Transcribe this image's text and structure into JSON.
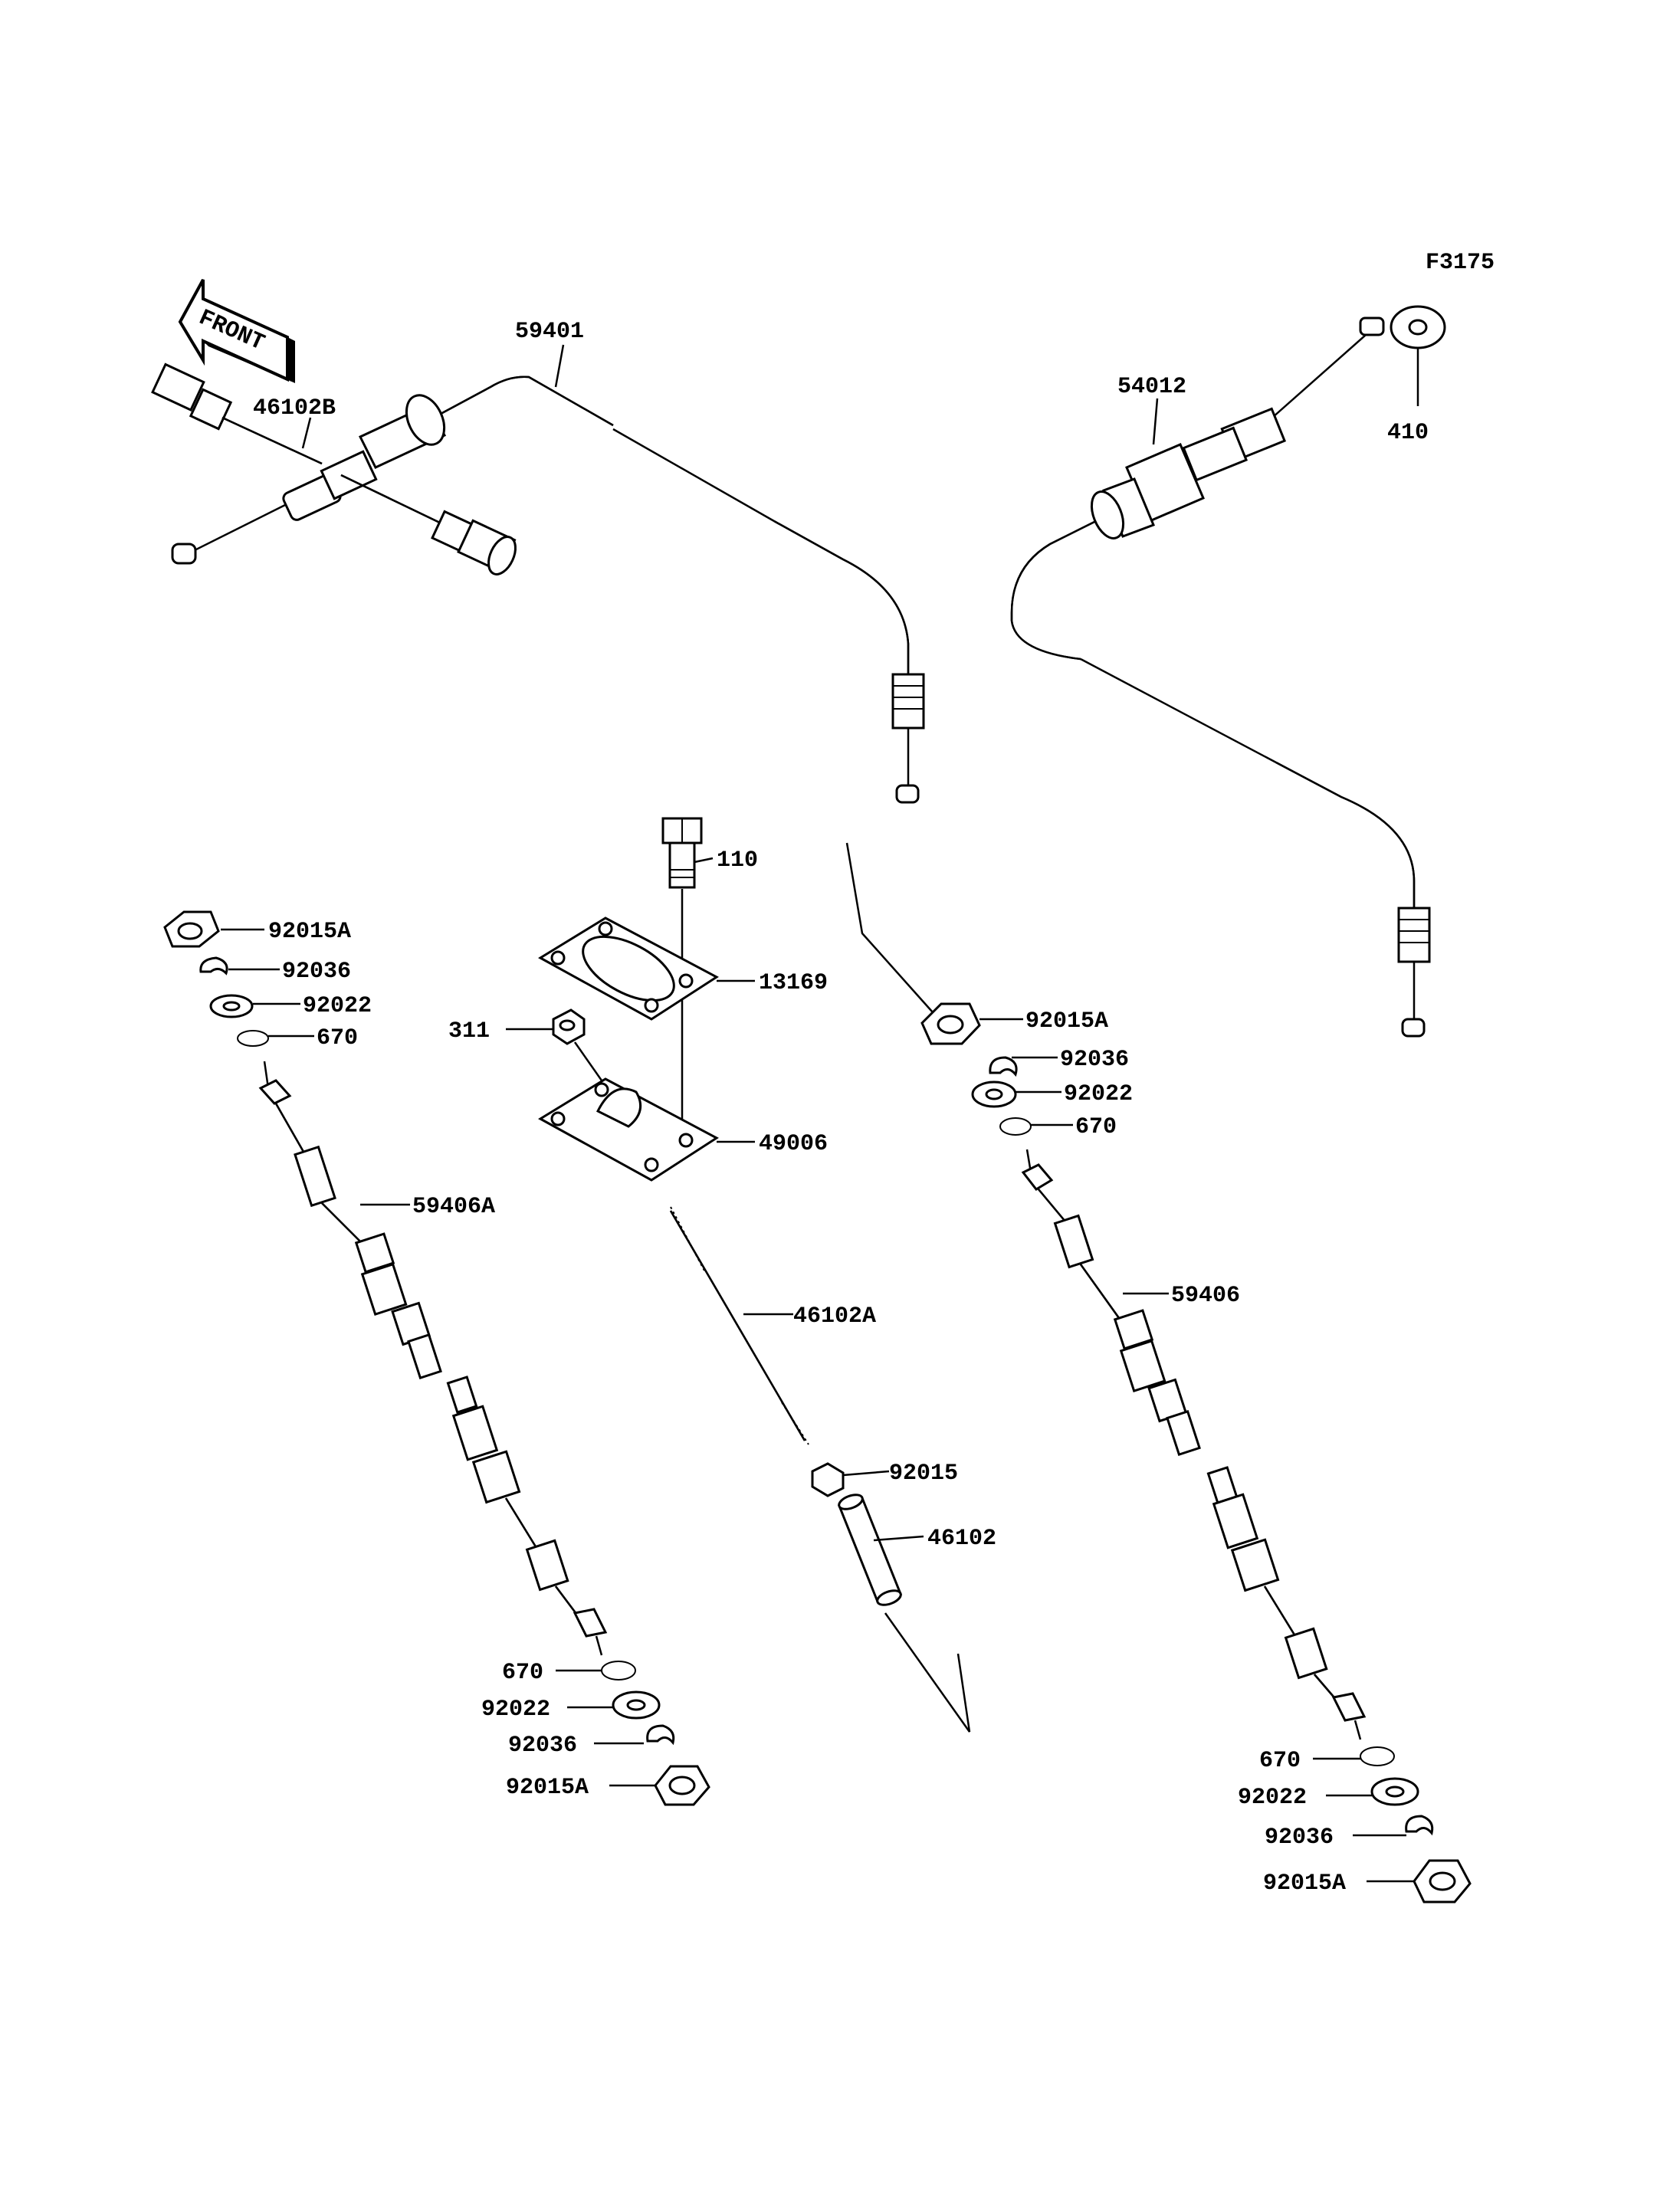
{
  "figure_code": "F3175",
  "front_marker": "FRONT",
  "callouts": {
    "c59401": "59401",
    "c54012": "54012",
    "c410": "410",
    "c46102B": "46102B",
    "c110": "110",
    "c13169": "13169",
    "c311": "311",
    "c49006": "49006",
    "c46102A": "46102A",
    "c92015": "92015",
    "c46102": "46102",
    "left_top_92015A": "92015A",
    "left_top_92036": "92036",
    "left_top_92022": "92022",
    "left_top_670": "670",
    "c59406A": "59406A",
    "left_bot_670": "670",
    "left_bot_92022": "92022",
    "left_bot_92036": "92036",
    "left_bot_92015A": "92015A",
    "right_top_92015A": "92015A",
    "right_top_92036": "92036",
    "right_top_92022": "92022",
    "right_top_670": "670",
    "c59406": "59406",
    "right_bot_670": "670",
    "right_bot_92022": "92022",
    "right_bot_92036": "92036",
    "right_bot_92015A": "92015A"
  }
}
